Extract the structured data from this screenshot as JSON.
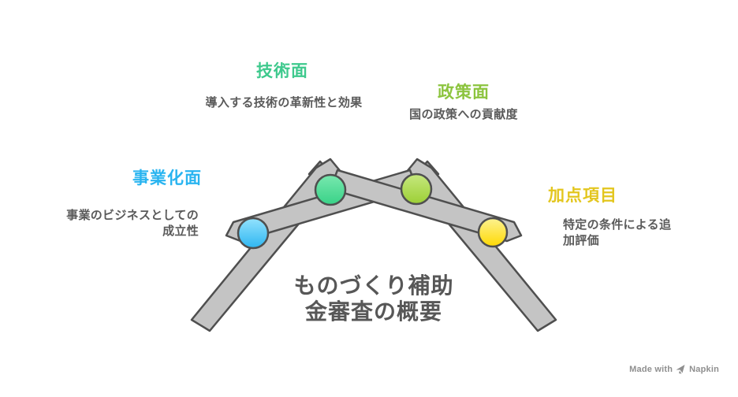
{
  "page": {
    "background": "#ffffff"
  },
  "diagram": {
    "title": {
      "line1": "ものづくり補助",
      "line2": "金審査の概要",
      "color": "#575757"
    },
    "items": [
      {
        "label": "技術面",
        "description": "導入する技術の革新性と効果",
        "label_color": "#3ec98d",
        "circle_light": "#79e8af",
        "circle_dark": "#38d287"
      },
      {
        "label": "政策面",
        "description": "国の政策への貢献度",
        "label_color": "#8cc43e",
        "circle_light": "#c6e87e",
        "circle_dark": "#9ccf35"
      },
      {
        "label": "事業化面",
        "description": "事業のビジネスとしての\n成立性",
        "label_color": "#29b4f0",
        "circle_light": "#93e2fd",
        "circle_dark": "#2eb6f1"
      },
      {
        "label": "加点項目",
        "description": "特定の条件による追加評価",
        "label_color": "#e3c61e",
        "circle_light": "#fdf291",
        "circle_dark": "#fed903"
      }
    ],
    "structure": {
      "beam_fill": "#c4c4c4",
      "beam_stroke": "#4f4f4f",
      "text_color": "#5a5a5a"
    }
  },
  "watermark": {
    "prefix": "Made with",
    "brand": "Napkin",
    "color": "#8f8f8f"
  }
}
